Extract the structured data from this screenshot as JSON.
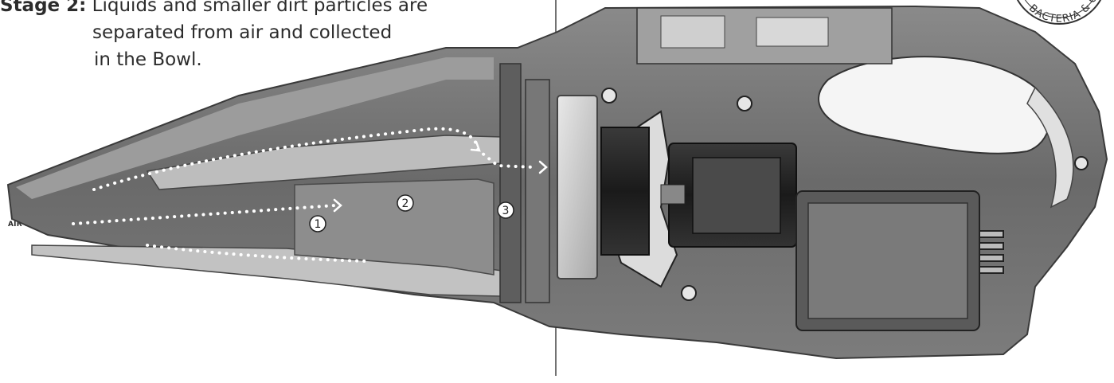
{
  "caption": {
    "stage_label": "Stage 2:",
    "line1_rest": " Liquids and smaller dirt particles are",
    "line2": "separated from air and collected",
    "line3": "in the Bowl."
  },
  "airflow_label": "AIR FLOW",
  "markers": [
    "1",
    "2",
    "3"
  ],
  "seal_text": "BACTERIA & OTH",
  "colors": {
    "body_dark": "#6e6e6e",
    "body_mid": "#9a9a9a",
    "body_light": "#cfcfcf",
    "dots": "#ffffff",
    "ink": "#222222"
  }
}
